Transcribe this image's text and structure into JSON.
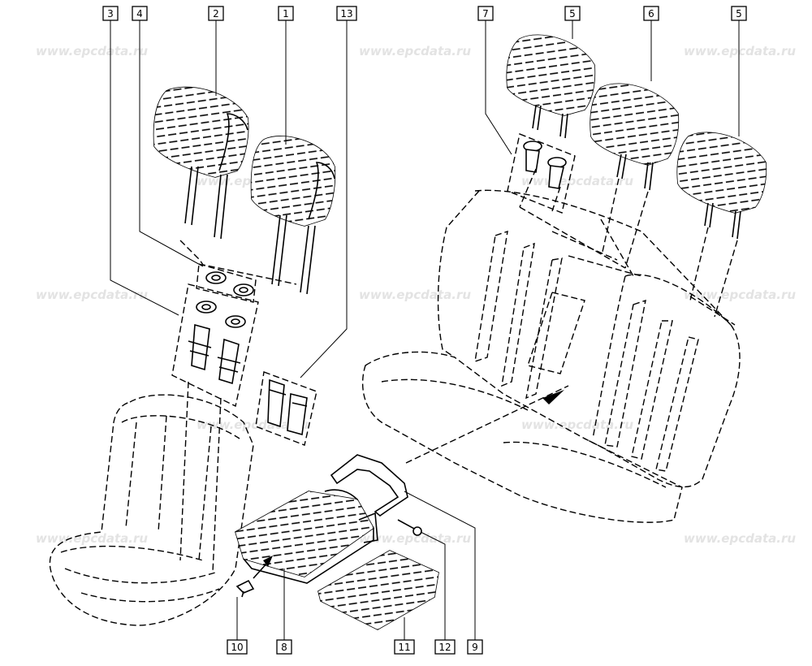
{
  "watermark": "www.epcdata.ru",
  "callouts": [
    {
      "id": "c3",
      "label": "3"
    },
    {
      "id": "c4",
      "label": "4"
    },
    {
      "id": "c2",
      "label": "2"
    },
    {
      "id": "c1",
      "label": "1"
    },
    {
      "id": "c13",
      "label": "13"
    },
    {
      "id": "c7",
      "label": "7"
    },
    {
      "id": "c5a",
      "label": "5"
    },
    {
      "id": "c6",
      "label": "6"
    },
    {
      "id": "c5b",
      "label": "5"
    },
    {
      "id": "c10",
      "label": "10"
    },
    {
      "id": "c8",
      "label": "8"
    },
    {
      "id": "c11",
      "label": "11"
    },
    {
      "id": "c12",
      "label": "12"
    },
    {
      "id": "c9",
      "label": "9"
    }
  ]
}
